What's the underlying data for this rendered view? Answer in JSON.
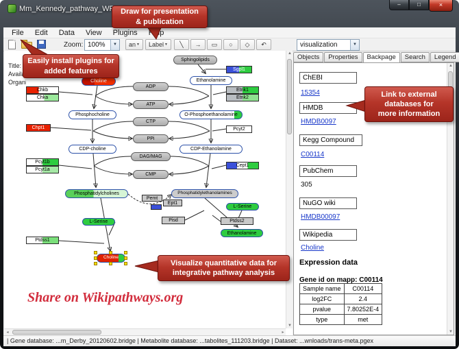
{
  "window": {
    "title": "Mm_Kennedy_pathway_WP1771_45176.gpml",
    "min_glyph": "–",
    "max_glyph": "□",
    "close_glyph": "×"
  },
  "menu": {
    "items": [
      "File",
      "Edit",
      "Data",
      "View",
      "Plugins",
      "Help"
    ]
  },
  "toolbar": {
    "zoom_label": "Zoom:",
    "zoom_value": "100%",
    "datanode_tool": "an",
    "label_tool": "Label",
    "tool_glyphs": [
      "╲",
      "→",
      "▭",
      "○",
      "◇",
      "↶"
    ],
    "visualization_value": "visualization",
    "dropdown_glyph": "▼"
  },
  "canvas": {
    "infobox_lines": [
      "Title:",
      "Availab",
      "Organis"
    ]
  },
  "pathway": {
    "nodes": [
      {
        "label": "Sphingolipids"
      },
      {
        "label": "Sgpl1"
      },
      {
        "label": "Choline"
      },
      {
        "label": "Ethanolamine"
      },
      {
        "label": "Chkb"
      },
      {
        "label": "Chka"
      },
      {
        "label": "Etnk1"
      },
      {
        "label": "Etnk2"
      },
      {
        "label": "ADP"
      },
      {
        "label": "ATP"
      },
      {
        "label": "Phosphocholine"
      },
      {
        "label": "O-Phosphoethanolamine"
      },
      {
        "label": "CTP"
      },
      {
        "label": "PPi"
      },
      {
        "label": "Chpt1"
      },
      {
        "label": "Pcyt2"
      },
      {
        "label": "CDP-choline"
      },
      {
        "label": "CDP-Ethanolamine"
      },
      {
        "label": "DAG/MAG"
      },
      {
        "label": "CMP"
      },
      {
        "label": "Pcyt1b"
      },
      {
        "label": "Pcyt1a"
      },
      {
        "label": "Cept1"
      },
      {
        "label": "Phosphatidylcholines"
      },
      {
        "label": "Phosphatidylethanolamines"
      },
      {
        "label": "Pemt"
      },
      {
        "label": "Ept1"
      },
      {
        "label": ""
      },
      {
        "label": "Pisd"
      },
      {
        "label": "L-Serine"
      },
      {
        "label": "Ptdss2"
      },
      {
        "label": "Ethanolamine"
      },
      {
        "label": "L-Serine"
      },
      {
        "label": "Ptdss1"
      },
      {
        "label": "Choline"
      }
    ]
  },
  "callouts": {
    "draw": {
      "line1": "Draw for presentation",
      "line2": "& publication"
    },
    "plugins": {
      "line1": "Easily install plugins for",
      "line2": "added features"
    },
    "link": {
      "line1": "Link to external",
      "line2": "databases for",
      "line3": "more information"
    },
    "visualize": {
      "line1": "Visualize quantitative data for",
      "line2": "integrative pathway analysis"
    },
    "share": "Share on Wikipathways.org"
  },
  "sidebar": {
    "tabs": [
      "Objects",
      "Properties",
      "Backpage",
      "Search",
      "Legend"
    ],
    "backpage": {
      "sections": [
        {
          "header": "ChEBI",
          "value": "15354"
        },
        {
          "header": "HMDB",
          "value": "HMDB0097"
        },
        {
          "header": "Kegg Compound",
          "value": "C00114"
        },
        {
          "header": "PubChem",
          "value": "305"
        },
        {
          "header": "NuGO wiki",
          "value": "HMDB00097"
        },
        {
          "header": "Wikipedia",
          "value": "Choline"
        }
      ],
      "expression_title": "Expression data",
      "gene_id_line": "Gene id on mapp: C00114",
      "table": {
        "rows": [
          [
            "Sample name",
            "C00114"
          ],
          [
            "log2FC",
            "2.4"
          ],
          [
            "pvalue",
            "7.80252E-4"
          ],
          [
            "type",
            "met"
          ]
        ]
      }
    }
  },
  "statusbar": {
    "text": "| Gene database: ...m_Derby_20120602.bridge    | Metabolite database: ...tabolites_111203.bridge    | Dataset: ...wnloads/trans-meta.pgex"
  },
  "colors": {
    "callout_red": "#b23125",
    "link_blue": "#1636c9",
    "upregulated_red": "#e82100",
    "downregulated_green": "#2ecc40",
    "no_data_gray": "#c9c9c9",
    "selection_yellow": "#ffdf00"
  }
}
